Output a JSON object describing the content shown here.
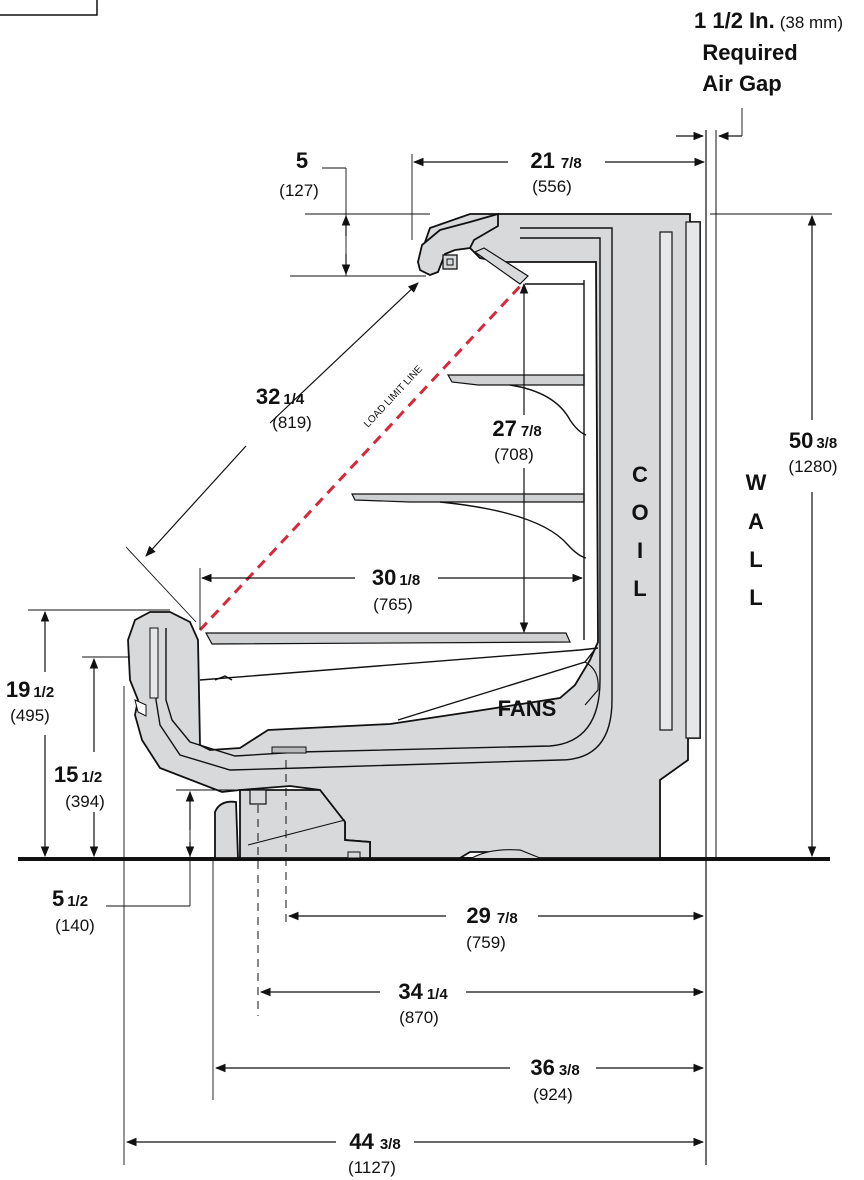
{
  "title_box": "",
  "air_gap": {
    "value": "1 1/2 In.",
    "mm": "(38 mm)",
    "line2": "Required",
    "line3": "Air Gap"
  },
  "dims": {
    "top_gap": {
      "whole": "5",
      "frac": "",
      "mm": "(127)"
    },
    "top_depth": {
      "whole": "21",
      "frac": "7/8",
      "mm": "(556)"
    },
    "diagonal": {
      "whole": "32",
      "frac": "1/4",
      "mm": "(819)"
    },
    "load_height": {
      "whole": "27",
      "frac": "7/8",
      "mm": "(708)"
    },
    "height_total": {
      "whole": "50",
      "frac": "3/8",
      "mm": "(1280)"
    },
    "bottom_shelf": {
      "whole": "30",
      "frac": "1/8",
      "mm": "(765)"
    },
    "front_height": {
      "whole": "19",
      "frac": "1/2",
      "mm": "(495)"
    },
    "inner_height": {
      "whole": "15",
      "frac": "1/2",
      "mm": "(394)"
    },
    "leg_height": {
      "whole": "5",
      "frac": "1/2",
      "mm": "(140)"
    },
    "depth_1": {
      "whole": "29",
      "frac": "7/8",
      "mm": "(759)"
    },
    "depth_2": {
      "whole": "34",
      "frac": "1/4",
      "mm": "(870)"
    },
    "depth_3": {
      "whole": "36",
      "frac": "3/8",
      "mm": "(924)"
    },
    "depth_total": {
      "whole": "44",
      "frac": "3/8",
      "mm": "(1127)"
    }
  },
  "labels": {
    "load_limit": "LOAD LIMIT LINE",
    "fans": "FANS",
    "coil": [
      "C",
      "O",
      "I",
      "L"
    ],
    "wall": [
      "W",
      "A",
      "L",
      "L"
    ]
  },
  "colors": {
    "case_fill": "#d8d9db",
    "load_line": "#d6283a",
    "ink": "#111111"
  }
}
